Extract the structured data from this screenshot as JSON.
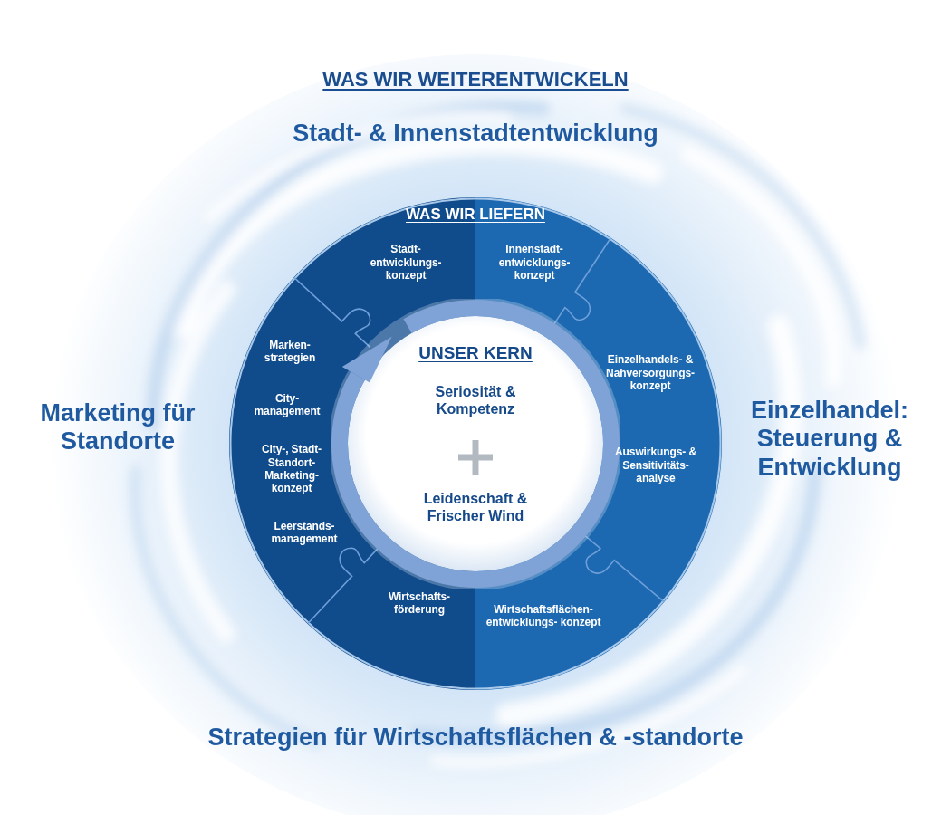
{
  "diagram": {
    "title": "WAS WIR WEITERENTWICKELN",
    "nodes": [
      {
        "text": [
          "WAS WIR LIEFERN"
        ]
      },
      {
        "text": [
          "UNSER KERN",
          "Seriosität & Kompetenz",
          "Leidenschaft & Frischer Wind"
        ],
        "in": 0
      }
    ],
    "labels": [
      "Stadt- & Innenstadtentwicklung",
      "Stadt- entwicklungs- konzept",
      "Innenstadt- entwicklungs- konzept",
      "Marken- strategien",
      "City- management",
      "Einzelhandels- & Nahversorgungs- konzept",
      "Marketing für Standorte",
      "Einzelhandel: Steuerung & Entwicklung",
      "City-, Stadt- Standort- Marketing- konzept",
      "Auswirkungs- & Sensitivitäts- analyse",
      "Leerstands- management",
      "Wirtschafts- förderung",
      "Wirtschaftsflächen- entwicklungs- konzept",
      "Strategien für Wirtschaftsflächen & -standorte"
    ]
  }
}
